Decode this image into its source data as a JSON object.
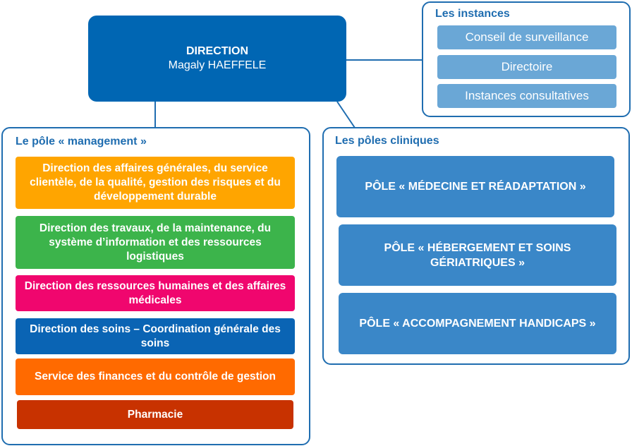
{
  "direction": {
    "title": "DIRECTION",
    "name": "Magaly HAEFFELE"
  },
  "instances": {
    "title": "Les instances",
    "items": [
      "Conseil de surveillance",
      "Directoire",
      "Instances consultatives"
    ]
  },
  "management": {
    "title": "Le pôle « management »",
    "items": [
      "Direction des affaires générales, du service clientèle, de la qualité, gestion des risques et du développement durable",
      "Direction des travaux, de la maintenance, du système d’information  et des ressources logistiques",
      "Direction des ressources humaines et des affaires médicales",
      "Direction des soins – Coordination générale des soins",
      "Service des finances et du contrôle de gestion",
      "Pharmacie"
    ]
  },
  "clinical": {
    "title": "Les pôles cliniques",
    "items": [
      "PÔLE « MÉDECINE ET RÉADAPTATION »",
      "PÔLE « HÉBERGEMENT ET SOINS GÉRIATRIQUES »",
      "PÔLE « ACCOMPAGNEMENT HANDICAPS »"
    ]
  },
  "colors": {
    "direction": "#0066b3",
    "panel_border": "#1f6db0",
    "panel_title": "#1f6db0",
    "instance_item": "#6aa7d6",
    "clinical_item": "#3a87c8",
    "mgmt_1": "#ffa500",
    "mgmt_2": "#3cb44b",
    "mgmt_3": "#f0066e",
    "mgmt_4": "#0a64b4",
    "mgmt_5": "#ff6a00",
    "mgmt_6": "#c83200"
  }
}
